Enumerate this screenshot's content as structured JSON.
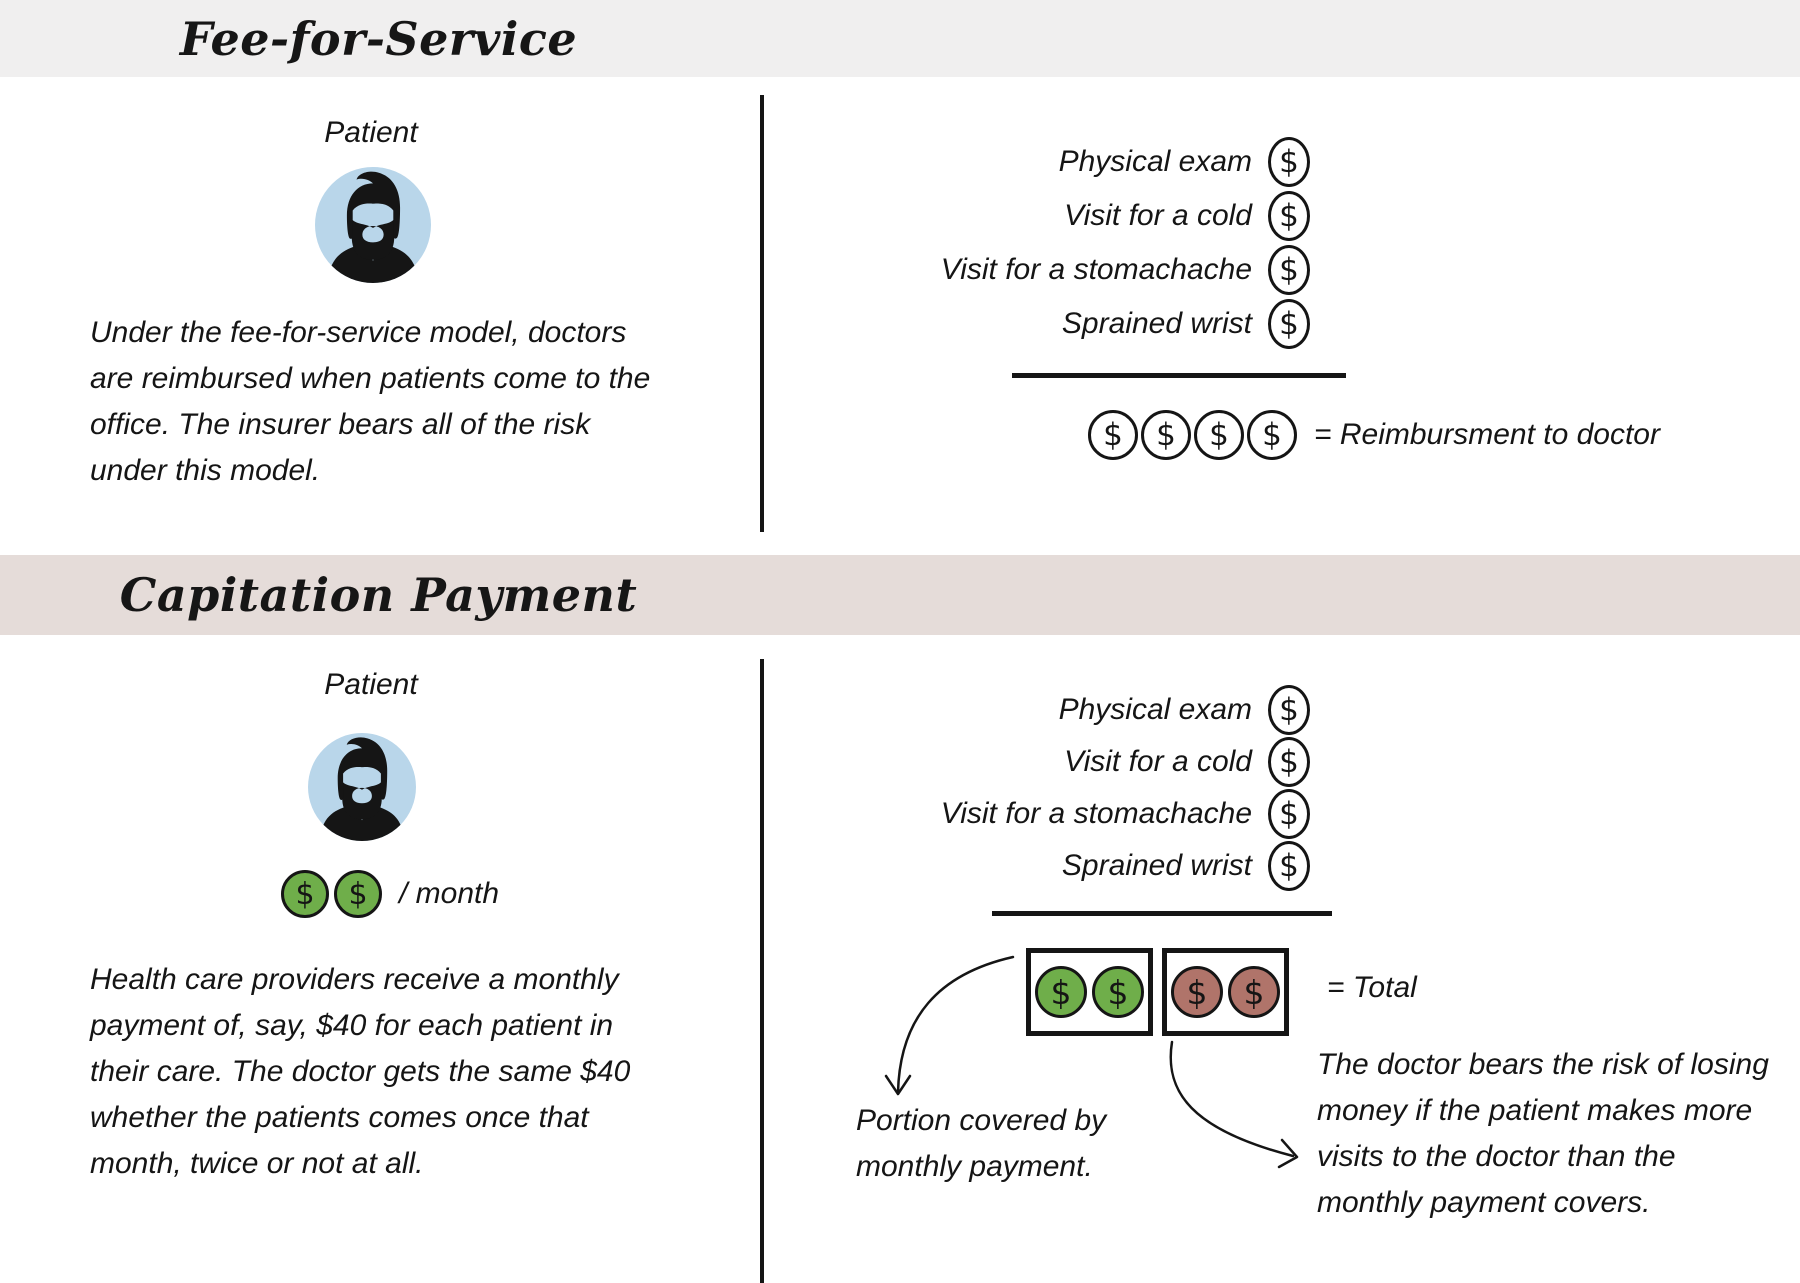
{
  "colors": {
    "ink": "#151515",
    "band_gray": "#f0efef",
    "band_pink": "#e5dcd9",
    "avatar_blue": "#b9d6ea",
    "coin_green": "#6fae4a",
    "coin_red": "#b0746a"
  },
  "coin": {
    "symbol": "$"
  },
  "sections": [
    {
      "title": "Fee-for-Service",
      "patient_label": "Patient",
      "description": "Under the fee-for-service model, doctors are reimbursed when patients come to the office. The insurer bears all of the risk under this model.",
      "services": [
        "Physical exam",
        "Visit for a cold",
        "Visit for a stomachache",
        "Sprained wrist"
      ],
      "result_label": "= Reimbursment to doctor"
    },
    {
      "title": "Capitation Payment",
      "patient_label": "Patient",
      "monthly_label": "/ month",
      "description": "Health care providers receive a monthly payment of, say, $40 for each patient in their care. The doctor gets the same $40 whether the patients comes once that month, twice or not at all.",
      "services": [
        "Physical exam",
        "Visit for a cold",
        "Visit for a stomachache",
        "Sprained wrist"
      ],
      "total_label": "= Total",
      "portion_note": "Portion covered by monthly payment.",
      "risk_note": "The doctor bears the risk of losing money if the patient makes more visits to the doctor than the monthly payment covers."
    }
  ]
}
